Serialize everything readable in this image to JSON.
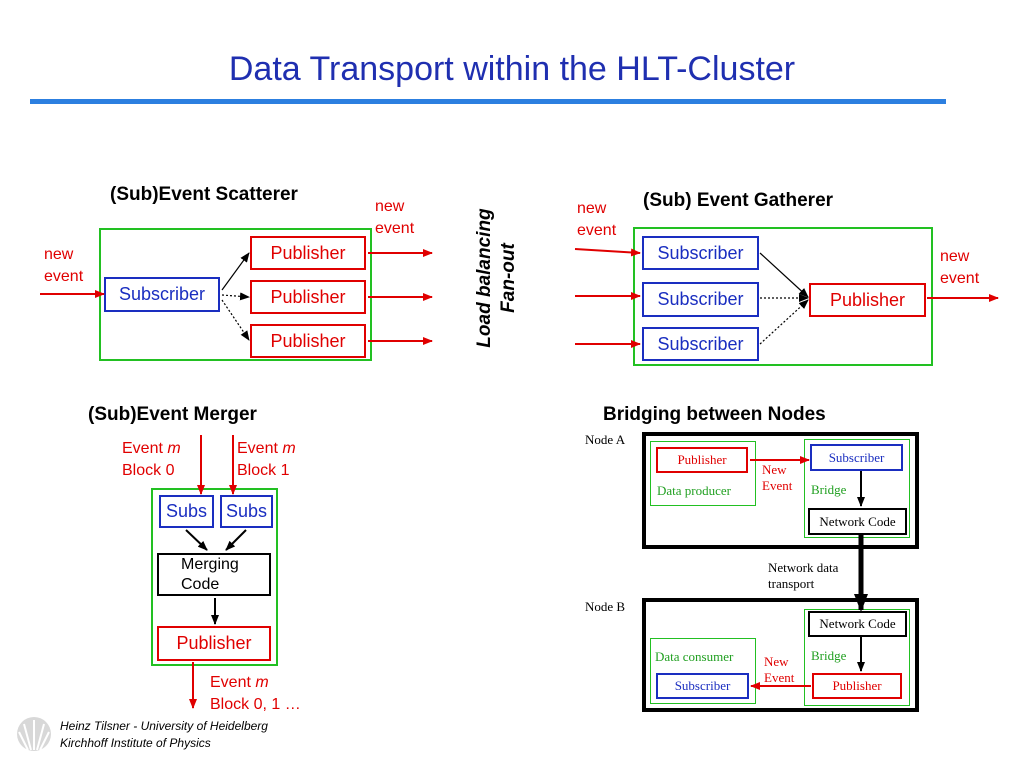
{
  "title": "Data Transport within the HLT-Cluster",
  "scatterer": {
    "heading": "(Sub)Event Scatterer",
    "input_label": "new event",
    "output_label": "new event",
    "subscriber": "Subscriber",
    "publishers": [
      "Publisher",
      "Publisher",
      "Publisher"
    ]
  },
  "load_balancing": {
    "line1": "Load balancing",
    "line2": "Fan-out"
  },
  "gatherer": {
    "heading": "(Sub) Event Gatherer",
    "input_label": "new event",
    "output_label": "new event",
    "subscribers": [
      "Subscriber",
      "Subscriber",
      "Subscriber"
    ],
    "publisher": "Publisher"
  },
  "merger": {
    "heading": "(Sub)Event Merger",
    "input1": {
      "prefix": "Event ",
      "var": "m",
      "block": "Block 0"
    },
    "input2": {
      "prefix": "Event ",
      "var": "m",
      "block": "Block 1"
    },
    "subs": [
      "Subs",
      "Subs"
    ],
    "merging_code": "Merging Code",
    "publisher": "Publisher",
    "output": {
      "prefix": "Event ",
      "var": "m",
      "block": "Block 0, 1 …"
    }
  },
  "bridging": {
    "heading": "Bridging between Nodes",
    "node_a": {
      "label": "Node A",
      "publisher": "Publisher",
      "producer_label": "Data producer",
      "new_event": "New Event",
      "subscriber": "Subscriber",
      "bridge_label": "Bridge",
      "network_code": "Network Code"
    },
    "transport_label": "Network data transport",
    "node_b": {
      "label": "Node B",
      "network_code": "Network Code",
      "bridge_label": "Bridge",
      "consumer_label": "Data consumer",
      "new_event": "New Event",
      "subscriber": "Subscriber",
      "publisher": "Publisher"
    }
  },
  "footer": {
    "line1": "Heinz Tilsner - University of Heidelberg",
    "line2": "Kirchhoff Institute of Physics"
  },
  "colors": {
    "title": "#1f2fb0",
    "rule": "#2c7fe0",
    "publisher": "#e00000",
    "subscriber": "#1a2ec0",
    "component_border": "#22c022"
  },
  "icons": {
    "logo": "university-seal-icon"
  }
}
